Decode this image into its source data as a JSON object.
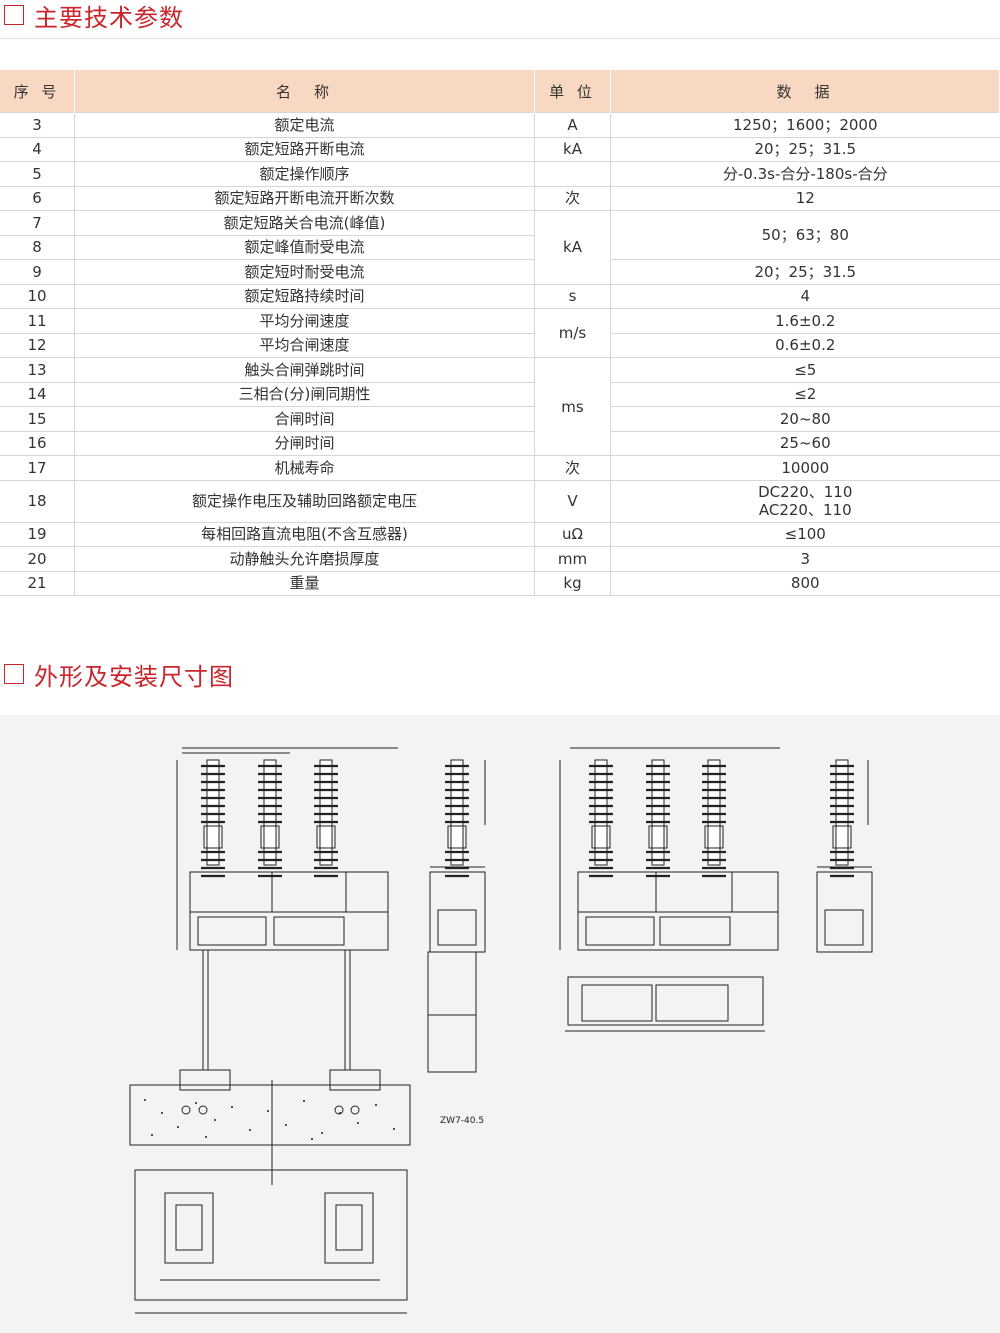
{
  "sections": {
    "params_title": "主要技术参数",
    "drawing_title": "外形及安装尺寸图"
  },
  "table": {
    "headers": [
      "序 号",
      "名　称",
      "单 位",
      "数　据"
    ],
    "rows": [
      {
        "no": "3",
        "name": "额定电流",
        "unit": "A",
        "data": "1250；1600；2000"
      },
      {
        "no": "4",
        "name": "额定短路开断电流",
        "unit": "kA",
        "data": "20；25；31.5"
      },
      {
        "no": "5",
        "name": "额定操作顺序",
        "unit": "",
        "data": "分-0.3s-合分-180s-合分"
      },
      {
        "no": "6",
        "name": "额定短路开断电流开断次数",
        "unit": "次",
        "data": "12"
      },
      {
        "no": "7",
        "name": "额定短路关合电流(峰值)",
        "unit": "kA",
        "data": "50；63；80"
      },
      {
        "no": "8",
        "name": "额定峰值耐受电流"
      },
      {
        "no": "9",
        "name": "额定短时耐受电流",
        "data": "20；25；31.5"
      },
      {
        "no": "10",
        "name": "额定短路持续时间",
        "unit": "s",
        "data": "4"
      },
      {
        "no": "11",
        "name": "平均分闸速度",
        "unit": "m/s",
        "data": "1.6±0.2"
      },
      {
        "no": "12",
        "name": "平均合闸速度",
        "data": "0.6±0.2"
      },
      {
        "no": "13",
        "name": "触头合闸弹跳时间",
        "unit": "ms",
        "data": "≤5"
      },
      {
        "no": "14",
        "name": "三相合(分)闸同期性",
        "data": "≤2"
      },
      {
        "no": "15",
        "name": "合闸时间",
        "data": "20~80"
      },
      {
        "no": "16",
        "name": "分闸时间",
        "data": "25~60"
      },
      {
        "no": "17",
        "name": "机械寿命",
        "unit": "次",
        "data": "10000"
      },
      {
        "no": "18",
        "name": "额定操作电压及辅助回路额定电压",
        "unit": "V",
        "data": "DC220、110",
        "data2": "AC220、110"
      },
      {
        "no": "19",
        "name": "每相回路直流电阻(不含互感器)",
        "unit": "uΩ",
        "data": "≤100"
      },
      {
        "no": "20",
        "name": "动静触头允许磨损厚度",
        "unit": "mm",
        "data": "3"
      },
      {
        "no": "21",
        "name": "重量",
        "unit": "kg",
        "data": "800"
      }
    ]
  },
  "drawing": {
    "caption": "ZW7-40.5"
  }
}
